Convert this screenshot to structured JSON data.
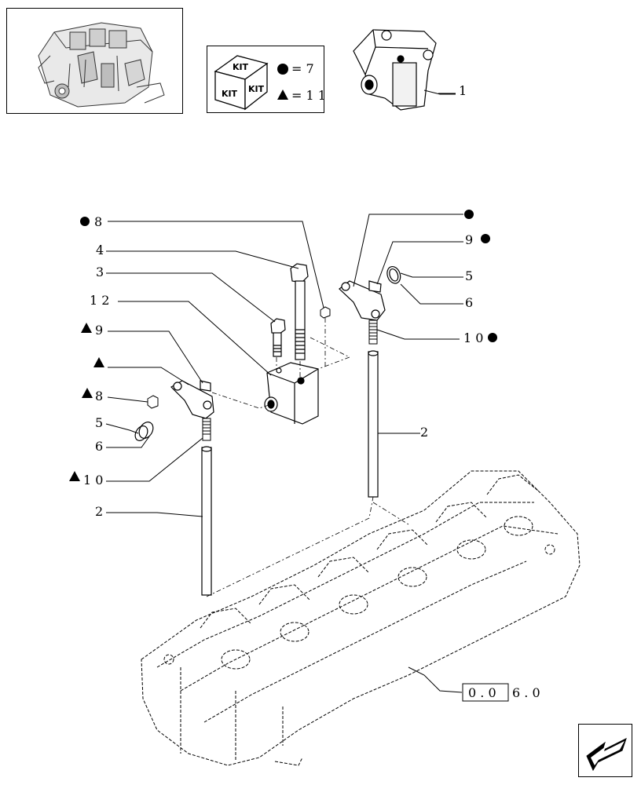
{
  "kit_legend": {
    "kit_word": "KIT",
    "circle_text": "= 7",
    "triangle_text": "= 1 1"
  },
  "assembly_ref": {
    "boxed_part": "0 . 0",
    "suffix": "6 . 0"
  },
  "callouts": {
    "c1": "1",
    "c2_right": "2",
    "c2_left": "2",
    "c3": "3",
    "c4": "4",
    "c5_right": "5",
    "c5_left": "5",
    "c6_right": "6",
    "c6_left": "6",
    "c8_circle": "8",
    "c8_triangle": "8",
    "c9_circle": "9",
    "c9_triangle": "9",
    "c10_circle": "1 0",
    "c10_triangle": "1 0",
    "c12": "1 2"
  },
  "icons": {
    "nav": "arrow-down-left-icon",
    "kit": "kit-box-icon"
  }
}
